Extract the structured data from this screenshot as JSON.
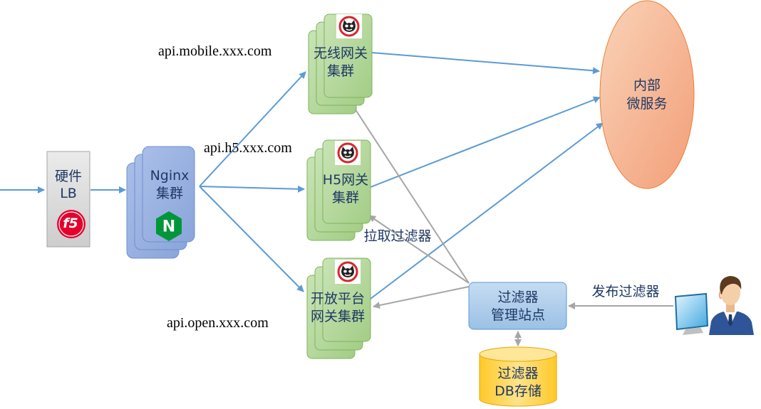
{
  "diagram": {
    "hardware_lb": {
      "line1": "硬件",
      "line2": "LB",
      "logo_text": "f5"
    },
    "nginx_cluster": {
      "line1": "Nginx",
      "line2": "集群",
      "logo_text": "N"
    },
    "gateways": [
      {
        "line1": "无线网关",
        "line2": "集群",
        "domain": "api.mobile.xxx.com"
      },
      {
        "line1": "H5网关",
        "line2": "集群",
        "domain": "api.h5.xxx.com"
      },
      {
        "line1": "开放平台",
        "line2": "网关集群",
        "domain": "api.open.xxx.com"
      }
    ],
    "microservices": {
      "line1": "内部",
      "line2": "微服务"
    },
    "filter_admin": {
      "line1": "过滤器",
      "line2": "管理站点"
    },
    "filter_db": {
      "line1": "过滤器",
      "line2": "DB存储"
    },
    "pull_filters_label": "拉取过滤器",
    "publish_filters_label": "发布过滤器"
  },
  "icons": {
    "hardware_lb_logo": "f5-logo-icon",
    "nginx_logo": "nginx-logo-icon",
    "gateway_logo": "gateway-logo-icon",
    "publisher": "user-at-computer-icon"
  },
  "colors": {
    "flow_arrow": "#5B9BD5",
    "filter_arrow": "#A6A6A6",
    "text": "#1F3864",
    "nginx_cluster": "#8EA9DB",
    "gateway_cluster": "#A9D18E",
    "microservices": "#F4B183",
    "filter_admin": "#9DC3E6",
    "filter_db": "#FFD966",
    "f5_logo": "#E4002B",
    "nginx_logo": "#009639"
  }
}
